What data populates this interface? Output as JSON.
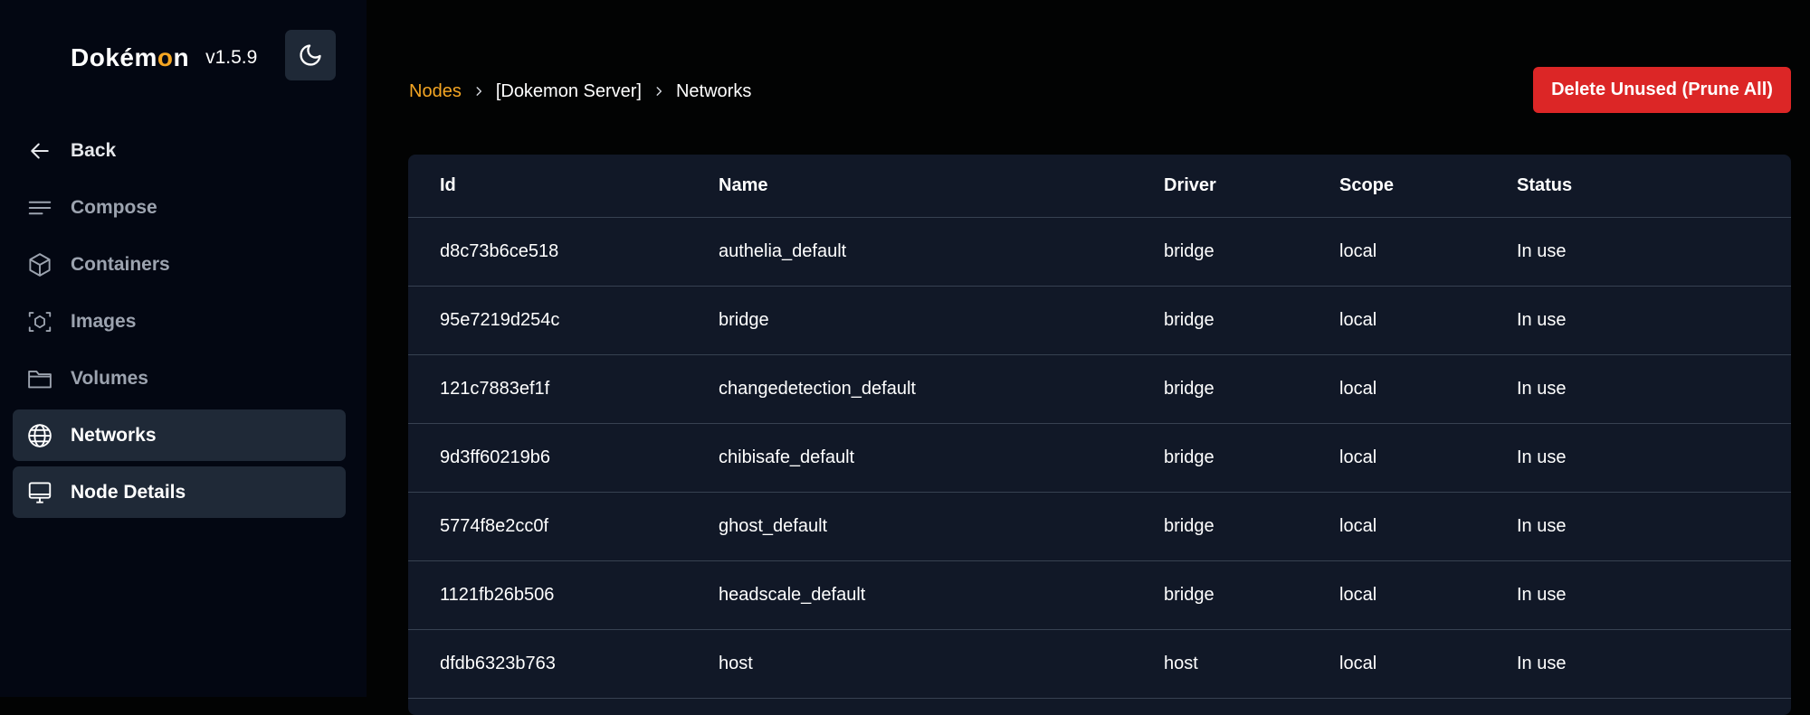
{
  "app": {
    "logo_prefix": "Dokém",
    "logo_o": "o",
    "logo_suffix": "n",
    "version": "v1.5.9"
  },
  "sidebar": {
    "items": [
      {
        "label": "Back",
        "icon": "arrow-left-icon"
      },
      {
        "label": "Compose",
        "icon": "lines-icon"
      },
      {
        "label": "Containers",
        "icon": "cube-icon"
      },
      {
        "label": "Images",
        "icon": "image-scan-icon"
      },
      {
        "label": "Volumes",
        "icon": "folder-icon"
      },
      {
        "label": "Networks",
        "icon": "globe-icon"
      },
      {
        "label": "Node Details",
        "icon": "monitor-icon"
      }
    ]
  },
  "breadcrumb": {
    "root": "Nodes",
    "server": "[Dokemon Server]",
    "current": "Networks"
  },
  "actions": {
    "prune_label": "Delete Unused (Prune All)"
  },
  "table": {
    "headers": {
      "id": "Id",
      "name": "Name",
      "driver": "Driver",
      "scope": "Scope",
      "status": "Status"
    },
    "rows": [
      {
        "id": "d8c73b6ce518",
        "name": "authelia_default",
        "driver": "bridge",
        "scope": "local",
        "status": "In use"
      },
      {
        "id": "95e7219d254c",
        "name": "bridge",
        "driver": "bridge",
        "scope": "local",
        "status": "In use"
      },
      {
        "id": "121c7883ef1f",
        "name": "changedetection_default",
        "driver": "bridge",
        "scope": "local",
        "status": "In use"
      },
      {
        "id": "9d3ff60219b6",
        "name": "chibisafe_default",
        "driver": "bridge",
        "scope": "local",
        "status": "In use"
      },
      {
        "id": "5774f8e2cc0f",
        "name": "ghost_default",
        "driver": "bridge",
        "scope": "local",
        "status": "In use"
      },
      {
        "id": "1121fb26b506",
        "name": "headscale_default",
        "driver": "bridge",
        "scope": "local",
        "status": "In use"
      },
      {
        "id": "dfdb6323b763",
        "name": "host",
        "driver": "host",
        "scope": "local",
        "status": "In use"
      }
    ]
  },
  "colors": {
    "accent": "#f5a623",
    "danger": "#dc2626",
    "panel": "#111827",
    "active": "#1f2937"
  }
}
